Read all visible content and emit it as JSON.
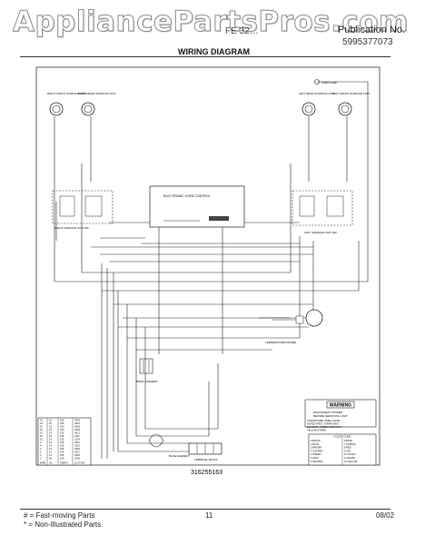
{
  "header": {
    "watermark": "AppliancePartsPros.com",
    "model": "FE 32…",
    "publication_label": "Publication No.",
    "publication_number": "5995377073",
    "title": "WIRING DIAGRAM"
  },
  "diagram": {
    "drawing_number": "316255163",
    "labels": {
      "rf_unit": "RIGHT FRONT SURFACE UNIT",
      "rr_unit": "RIGHT REAR SURFACE UNIT",
      "lr_unit": "LEFT REAR SURFACE UNIT",
      "lf_unit": "LEFT FRONT SURFACE UNIT",
      "oven_lamp": "OVEN LAMP",
      "control": "ELECTRONIC OVEN CONTROL",
      "right_switch": "RIGHT SURFACE UNIT SW",
      "left_switch": "LEFT SURFACE UNIT SW",
      "temp_probe": "TEMPERATURE PROBE",
      "broil": "BROIL ELEMENT",
      "bake": "BAKE ELEMENT",
      "terminal_block": "TERMINAL BLOCK"
    },
    "warning": {
      "title": "WARNING",
      "lines": [
        "DISCONNECT POWER",
        "BEFORE SERVICING UNIT."
      ],
      "notes": [
        "TRACER WIRE: WIRE COLOR",
        "NOTED FIRST, STRIPE NEXT.",
        "EXAMPLE: GREEN WIRE WITH",
        "YELLOW STRIPE."
      ]
    },
    "color_code": {
      "title": "COLOR CODE",
      "rows": [
        [
          "0 BLACK",
          "6 BLUE"
        ],
        [
          "1 BLUE",
          "7 PURPLE"
        ],
        [
          "2 BROWN",
          "8 RED"
        ],
        [
          "3 COPPER",
          "9 TAN"
        ],
        [
          "4 GREEN",
          "10 VIOLET"
        ],
        [
          "5 GRAY",
          "11 WHITE"
        ],
        [
          "6 ORANGE",
          "12 YELLOW"
        ]
      ]
    },
    "wire_table": {
      "rows": [
        [
          "10",
          "15",
          "150",
          "A001"
        ],
        [
          "10",
          "15",
          "150",
          "A011"
        ],
        [
          "10",
          "15",
          "150",
          "A003"
        ],
        [
          "10",
          "15",
          "150",
          "A003"
        ],
        [
          "10",
          "15",
          "125",
          "A012"
        ],
        [
          "10",
          "15",
          "125",
          "3112"
        ],
        [
          "10",
          "15",
          "125",
          "3124"
        ],
        [
          "4",
          "14",
          "105",
          "3214"
        ],
        [
          "4",
          "14",
          "105",
          "3215"
        ],
        [
          "4",
          "14",
          "105",
          "3216"
        ],
        [
          "4",
          "14",
          "105",
          "3217"
        ],
        [
          "4",
          "14",
          "105",
          "3218"
        ],
        [
          "3",
          "20",
          "105",
          "3219"
        ]
      ],
      "footer": [
        "WIRE",
        "GA",
        "TEMP°C",
        "UL STYLE"
      ]
    }
  },
  "footer": {
    "fast_moving": "# = Fast-moving Parts",
    "non_illustrated": "* = Non-Illustrated Parts",
    "page": "11",
    "date": "08/02"
  }
}
